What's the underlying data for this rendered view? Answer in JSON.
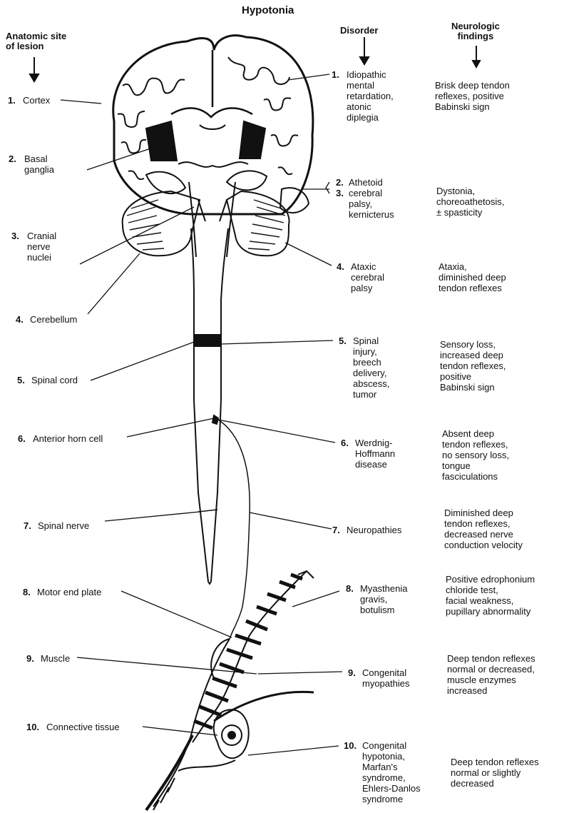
{
  "title": "Hypotonia",
  "headers": {
    "site": "Anatomic site\nof lesion",
    "disorder": "Disorder",
    "findings": "Neurologic\nfindings"
  },
  "sites": [
    {
      "num": "1.",
      "label": "Cortex"
    },
    {
      "num": "2.",
      "label": "Basal\nganglia"
    },
    {
      "num": "3.",
      "label": "Cranial\nnerve\nnuclei"
    },
    {
      "num": "4.",
      "label": "Cerebellum"
    },
    {
      "num": "5.",
      "label": "Spinal cord"
    },
    {
      "num": "6.",
      "label": "Anterior horn cell"
    },
    {
      "num": "7.",
      "label": "Spinal nerve"
    },
    {
      "num": "8.",
      "label": "Motor end plate"
    },
    {
      "num": "9.",
      "label": "Muscle"
    },
    {
      "num": "10.",
      "label": "Connective tissue"
    }
  ],
  "disorders": [
    {
      "num": "1.",
      "label": "Idiopathic\nmental\nretardation,\natonic\ndiplegia"
    },
    {
      "num": "2.\n3.",
      "label": "Athetoid\ncerebral\npalsy,\nkernicterus"
    },
    {
      "num": "4.",
      "label": "Ataxic\ncerebral\npalsy"
    },
    {
      "num": "5.",
      "label": "Spinal\ninjury,\nbreech\ndelivery,\nabscess,\ntumor"
    },
    {
      "num": "6.",
      "label": "Werdnig-\nHoffmann\ndisease"
    },
    {
      "num": "7.",
      "label": "Neuropathies"
    },
    {
      "num": "8.",
      "label": "Myasthenia\ngravis,\nbotulism"
    },
    {
      "num": "9.",
      "label": "Congenital\nmyopathies"
    },
    {
      "num": "10.",
      "label": "Congenital\nhypotonia,\nMarfan's\nsyndrome,\nEhlers-Danlos\nsyndrome"
    }
  ],
  "findings": [
    "Brisk deep tendon\nreflexes, positive\nBabinski sign",
    "Dystonia,\nchoreoathetosis,\n± spasticity",
    "Ataxia,\ndiminished deep\ntendon reflexes",
    "Sensory loss,\nincreased deep\ntendon reflexes,\npositive\nBabinski sign",
    "Absent deep\ntendon reflexes,\nno sensory loss,\ntongue\nfasciculations",
    "Diminished deep\ntendon reflexes,\ndecreased nerve\nconduction velocity",
    "Positive edrophonium\nchloride test,\nfacial weakness,\npupillary abnormality",
    "Deep tendon reflexes\nnormal or decreased,\nmuscle enzymes\nincreased",
    "Deep tendon reflexes\nnormal or slightly\ndecreased"
  ]
}
